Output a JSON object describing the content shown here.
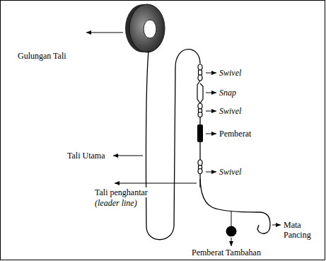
{
  "diagram": {
    "labels": [
      "Gulungan Tali",
      "Tali Utama",
      "Swivel",
      "Snap",
      "Swivel",
      "Pemberat",
      "Swivel",
      "Tali penghantar",
      "(leader line)",
      "Mata Pancing",
      "Pemberat Tambahan"
    ]
  }
}
